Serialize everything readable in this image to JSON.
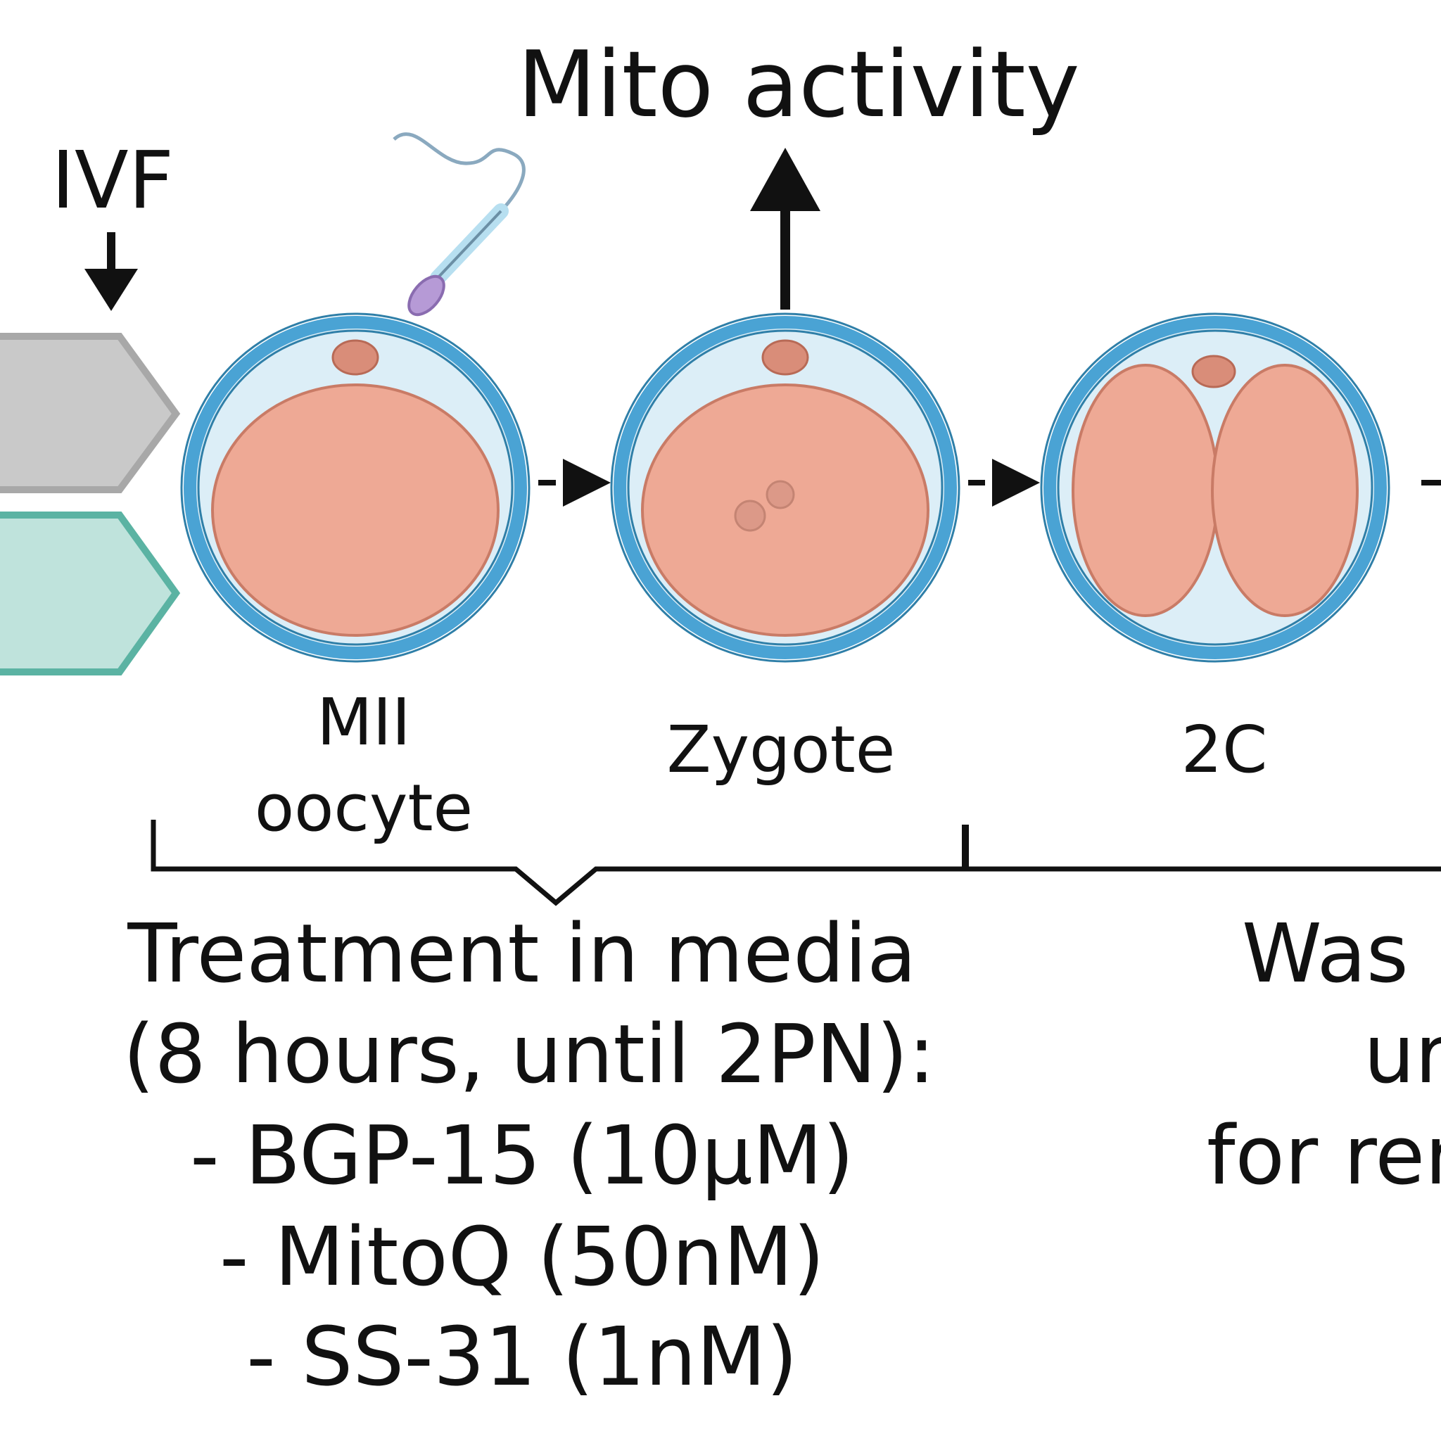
{
  "header": {
    "ivf_label": "IVF",
    "mito_label": "Mito activity"
  },
  "stages": [
    {
      "label_line1": "MII",
      "label_line2": "oocyte"
    },
    {
      "label_line1": "Zygote"
    },
    {
      "label_line1": "2C"
    }
  ],
  "treatment": {
    "lines": [
      "Treatment in media",
      "(8 hours, until 2PN):",
      "- BGP-15 (10µM)",
      "- MitoQ (50nM)",
      "- SS-31 (1nM)"
    ]
  },
  "wash": {
    "lines": [
      "Was",
      "ur",
      "for rer"
    ]
  },
  "colors": {
    "zona": "#4aa3d4",
    "perivitelline": "#dceef7",
    "cytoplasm": "#eea995",
    "polar_body": "#d98d79",
    "grey_chevron": "#c9c9c9",
    "teal_chevron": "#bfe3dc"
  }
}
